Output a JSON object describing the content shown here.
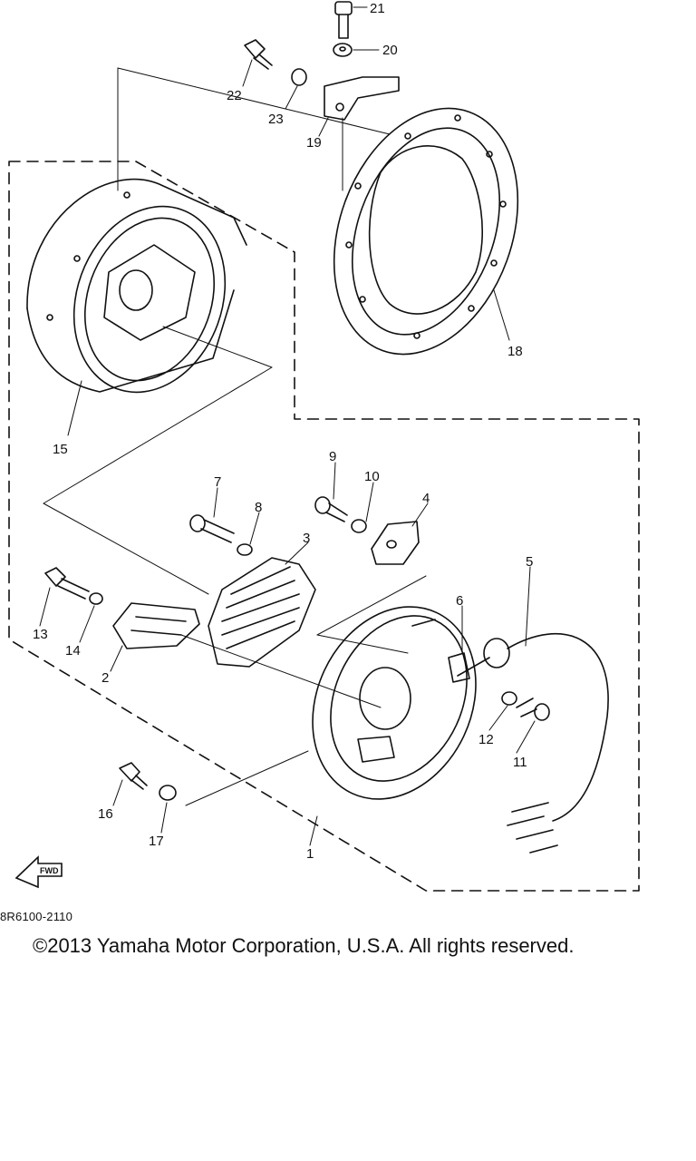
{
  "diagram": {
    "callouts": [
      "1",
      "2",
      "3",
      "4",
      "5",
      "6",
      "7",
      "8",
      "9",
      "10",
      "11",
      "12",
      "13",
      "14",
      "15",
      "16",
      "17",
      "18",
      "19",
      "20",
      "21",
      "22",
      "23"
    ],
    "fwd_label": "FWD",
    "drawing_code": "8R6100-2110"
  },
  "footer": {
    "copyright": "©2013 Yamaha Motor Corporation, U.S.A. All rights reserved."
  },
  "colors": {
    "ink": "#111111",
    "background": "#ffffff"
  }
}
